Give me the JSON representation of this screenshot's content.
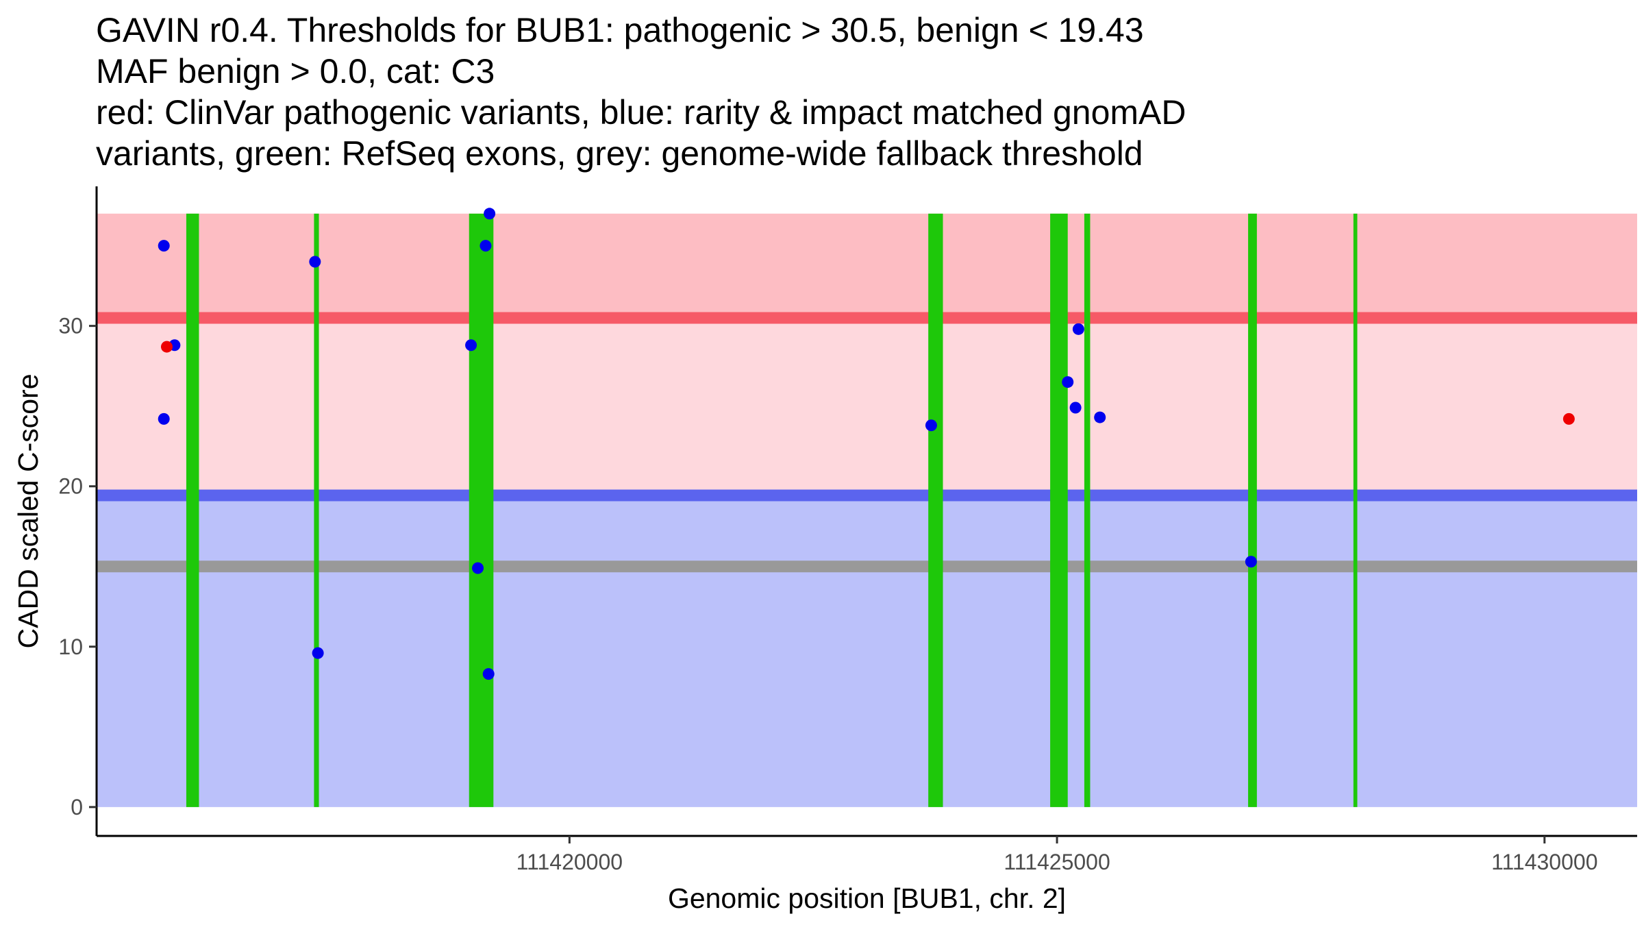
{
  "chart_data": {
    "type": "scatter",
    "title_lines": [
      "GAVIN r0.4. Thresholds for BUB1: pathogenic > 30.5, benign < 19.43",
      "MAF benign > 0.0, cat: C3",
      "red: ClinVar pathogenic variants, blue: rarity & impact matched gnomAD",
      "variants, green: RefSeq exons, grey: genome-wide fallback threshold"
    ],
    "xlabel": "Genomic position [BUB1, chr. 2]",
    "ylabel": "CADD scaled C-score",
    "xlim": [
      111415150,
      111430950
    ],
    "ylim": [
      -1.8,
      38.7
    ],
    "xticks": [
      111420000,
      111425000,
      111430000
    ],
    "yticks": [
      0,
      10,
      20,
      30
    ],
    "grid": false,
    "legend": "none",
    "regions": [
      {
        "name": "pathogenic-region",
        "ymin": 30.5,
        "ymax": 37.0,
        "color": "#fdbdc3"
      },
      {
        "name": "intermediate-region",
        "ymin": 19.43,
        "ymax": 30.5,
        "color": "#fed8dd"
      },
      {
        "name": "benign-region",
        "ymin": 0,
        "ymax": 19.43,
        "color": "#bbc1fa"
      }
    ],
    "thresholds": [
      {
        "name": "pathogenic-threshold",
        "value": 30.5,
        "color": "#f65a67"
      },
      {
        "name": "benign-threshold",
        "value": 19.43,
        "color": "#5b64ee"
      },
      {
        "name": "fallback-threshold",
        "value": 15.0,
        "color": "#999999"
      }
    ],
    "exon_color": "#1ec80a",
    "exons": [
      [
        111416070,
        111416200
      ],
      [
        111417380,
        111417430
      ],
      [
        111418970,
        111419220
      ],
      [
        111423680,
        111423830
      ],
      [
        111424930,
        111425110
      ],
      [
        111425280,
        111425340
      ],
      [
        111426960,
        111427050
      ],
      [
        111428040,
        111428080
      ]
    ],
    "series": [
      {
        "name": "ClinVar pathogenic variants",
        "color": "#ee0000",
        "points": [
          {
            "x": 111415870,
            "y": 28.7
          },
          {
            "x": 111430250,
            "y": 24.2
          }
        ]
      },
      {
        "name": "rarity & impact matched gnomAD variants",
        "color": "#0000ee",
        "points": [
          {
            "x": 111415840,
            "y": 35.0
          },
          {
            "x": 111415950,
            "y": 28.8
          },
          {
            "x": 111415840,
            "y": 24.2
          },
          {
            "x": 111417390,
            "y": 34.0
          },
          {
            "x": 111417420,
            "y": 9.6
          },
          {
            "x": 111418990,
            "y": 28.8
          },
          {
            "x": 111419060,
            "y": 14.9
          },
          {
            "x": 111419140,
            "y": 35.0
          },
          {
            "x": 111419180,
            "y": 37.0
          },
          {
            "x": 111419170,
            "y": 8.3
          },
          {
            "x": 111423710,
            "y": 23.8
          },
          {
            "x": 111425110,
            "y": 26.5
          },
          {
            "x": 111425190,
            "y": 24.9
          },
          {
            "x": 111425220,
            "y": 29.8
          },
          {
            "x": 111425440,
            "y": 24.3
          },
          {
            "x": 111426990,
            "y": 15.3
          }
        ]
      }
    ]
  }
}
